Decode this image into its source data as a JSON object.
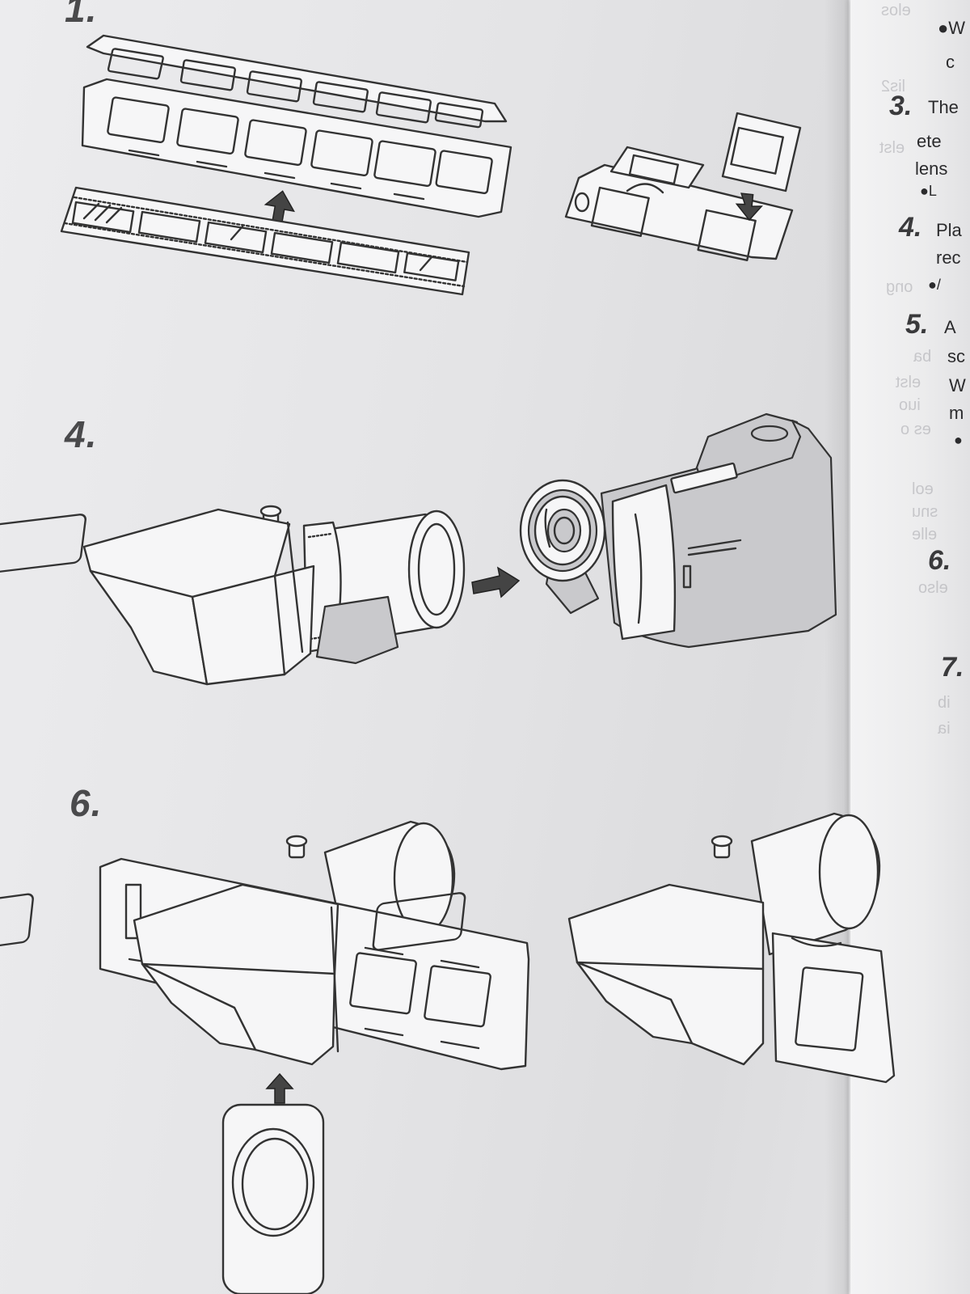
{
  "steps": {
    "s1": "1.",
    "s4": "4.",
    "s6": "6."
  },
  "right_column": {
    "n3": "3.",
    "l1": "The",
    "l2": "ete",
    "l3": "lens",
    "l4": "●L",
    "n4": "4.",
    "l5": "Pla",
    "l6": "rec",
    "l7": "●/",
    "n5": "5.",
    "l8": "A",
    "l9": "sc",
    "l10": "W",
    "l11": "m",
    "l12": "●",
    "n6": "6.",
    "n7": "7.",
    "top1": "●W",
    "top2": "c"
  },
  "bleed_through": [
    "elos",
    "lis2",
    "elst",
    "ong",
    "ba",
    "elst",
    "iuo",
    "es o",
    "eol",
    "snu",
    "elle",
    "elso",
    "ib",
    "ia"
  ],
  "colors": {
    "paper": "#e9e9eb",
    "ink": "#333333",
    "step_grey": "#4a4a4c"
  },
  "icons": [
    "arrow-up-icon",
    "arrow-right-icon"
  ]
}
